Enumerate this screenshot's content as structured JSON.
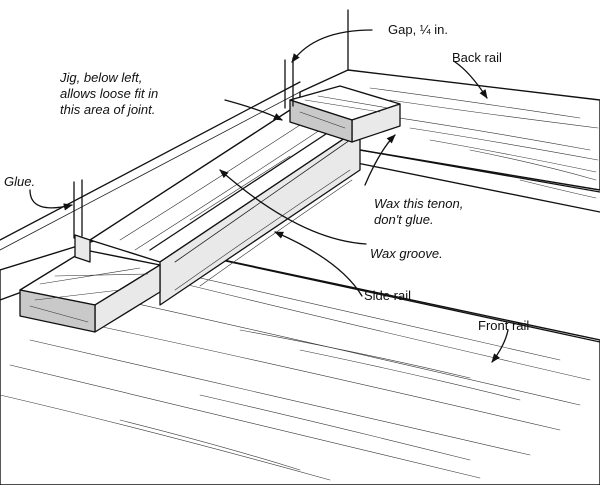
{
  "labels": {
    "gap": "Gap, ¼ in.",
    "back_rail": "Back rail",
    "jig_line1": "Jig, below left,",
    "jig_line2": "allows loose fit in",
    "jig_line3": "this area of joint.",
    "glue": "Glue.",
    "wax_tenon_line1": "Wax this tenon,",
    "wax_tenon_line2": "don't glue.",
    "wax_groove": "Wax groove.",
    "side_rail": "Side rail",
    "front_rail": "Front rail"
  },
  "icons": [
    "leader-arrow",
    "dimension-tick"
  ]
}
